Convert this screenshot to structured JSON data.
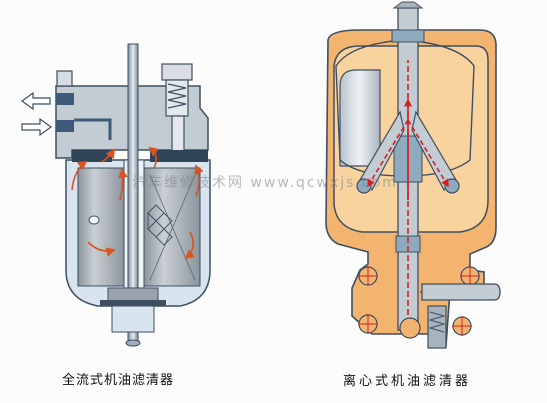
{
  "captions": {
    "full_flow_filter": "全流式机油滤清器",
    "centrifugal_filter": "离心式机油滤清器"
  },
  "watermark": "汽车维修技术网 www.qcwxjs.com",
  "colors": {
    "outline": "#3d4f61",
    "housing_fill": "#c4ccd3",
    "steel_blue": "#8fa9bf",
    "oil_fill": "#d8e4ee",
    "element_grey": "#9aa3ab",
    "orange_oil": "#f3b470",
    "orange_light": "#f8d39e",
    "flow_arrow": "#d9541e",
    "red_path": "#d42020"
  }
}
